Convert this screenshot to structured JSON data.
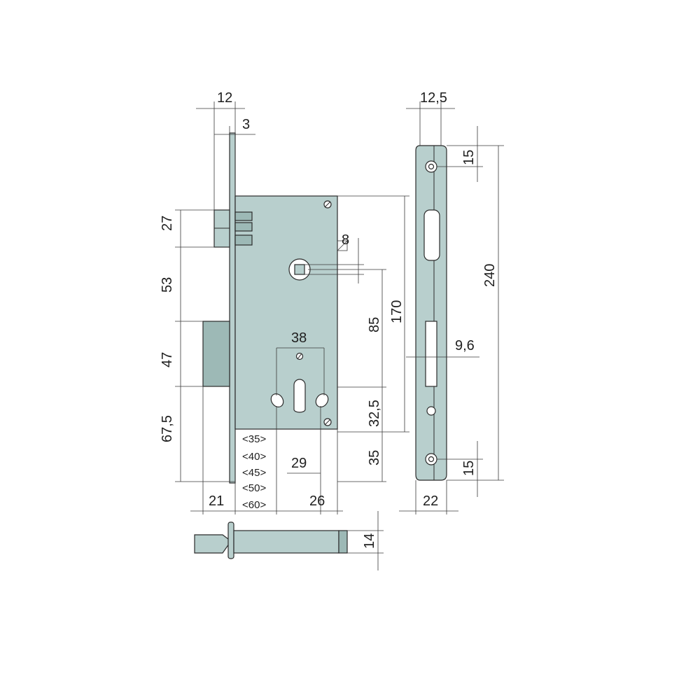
{
  "dimensions": {
    "faceplate_width": "12",
    "latch_offset": "3",
    "latch_height": "27",
    "latch_to_spindle": "53",
    "deadbolt_height": "47",
    "bolt_to_bottom": "67,5",
    "spindle_square": "8",
    "spindle_to_cylinder": "85",
    "case_height": "170",
    "screw_spacing": "38",
    "cylinder_to_screw": "32,5",
    "bottom_offset": "35",
    "cylinder_width": "29",
    "front_depth": "21",
    "rear_depth": "26",
    "plate_thickness": "12,5",
    "plate_top_hole": "15",
    "plate_length": "240",
    "slot_width": "9,6",
    "plate_bottom_hole": "15",
    "plate_width": "22",
    "bolt_thickness": "14"
  },
  "backset_options": [
    "<35>",
    "<40>",
    "<45>",
    "<50>",
    "<60>"
  ],
  "diameter_symbol": "⌀"
}
